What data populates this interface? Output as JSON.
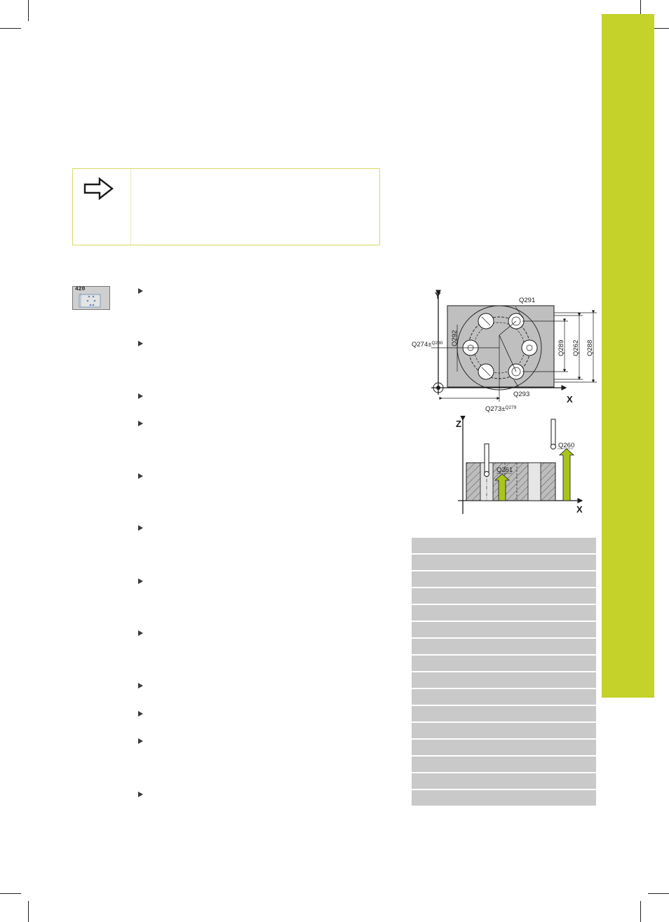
{
  "colors": {
    "accent": "#c4d22a",
    "note_border": "#d9d96a",
    "table_row": "#c9c9c9",
    "diagram_workpiece": "#bfbfbf"
  },
  "icons": {
    "note": "arrow-right-icon",
    "cycle": "probing-cycle-420-icon",
    "bullet": "triangle-right-icon"
  },
  "cycle_icon": {
    "label": "420"
  },
  "diagram_top": {
    "axis_y": "Y",
    "axis_x": "X",
    "labels": [
      "Q291",
      "Q292",
      "Q289",
      "Q262",
      "Q288",
      "Q274",
      "Q280",
      "Q293",
      "Q273",
      "Q279"
    ]
  },
  "diagram_side": {
    "axis_z": "Z",
    "axis_x": "X",
    "labels": [
      "Q260",
      "Q261"
    ]
  },
  "bullet_count": 11,
  "table_row_count": 16
}
